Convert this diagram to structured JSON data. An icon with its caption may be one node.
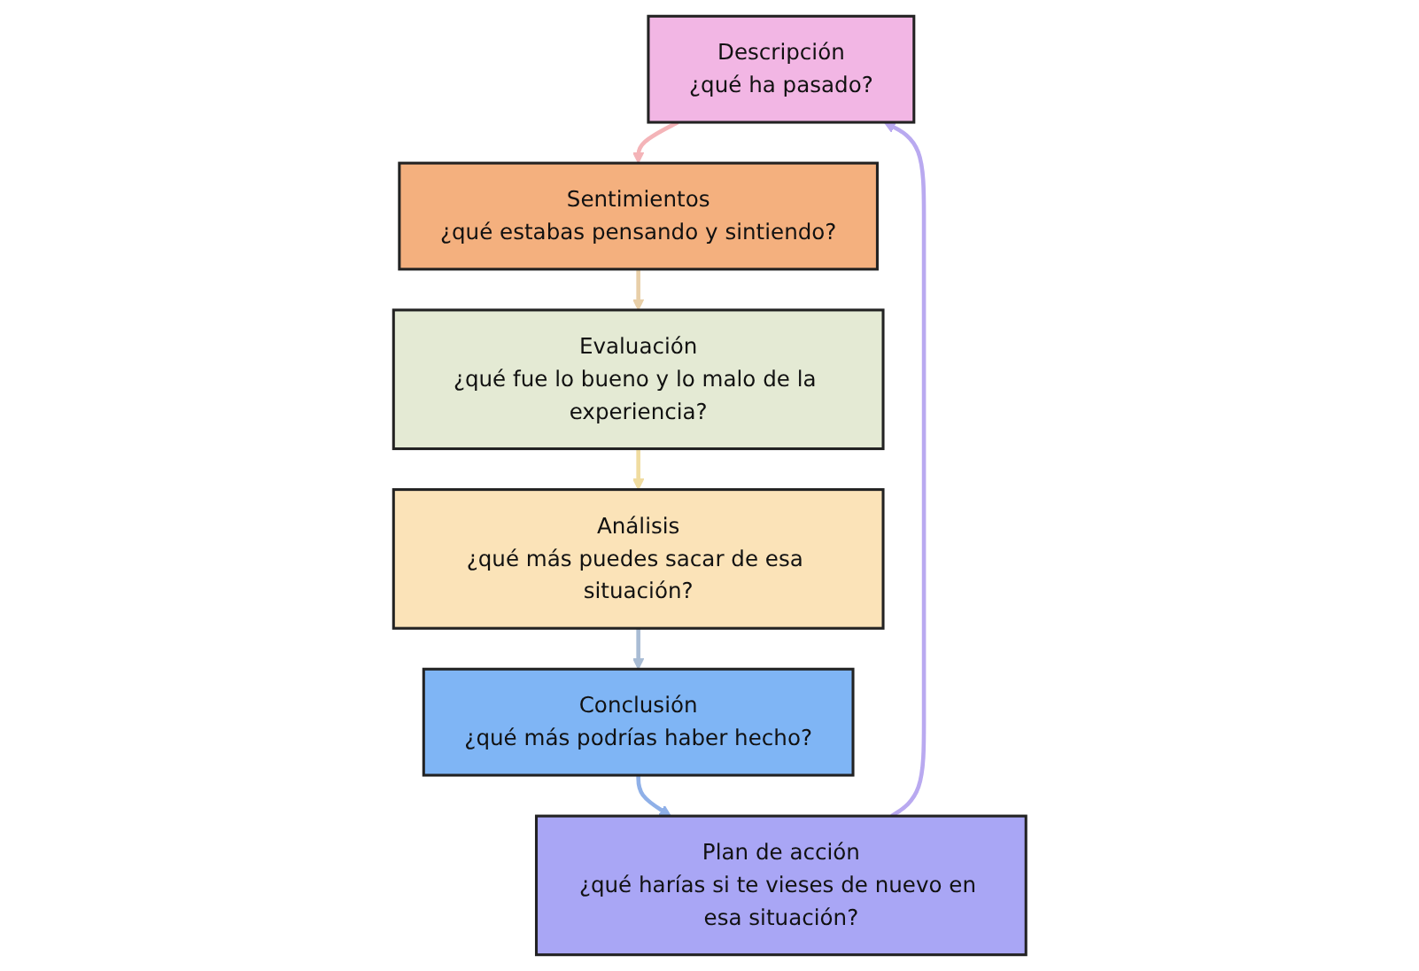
{
  "diagram": {
    "nodes": [
      {
        "text": [
          "Descripción",
          "¿qué ha pasado?"
        ]
      },
      {
        "text": [
          "Sentimientos",
          "¿qué estabas pensando y sintiendo?"
        ]
      },
      {
        "text": [
          "Evaluación",
          "¿qué fue lo bueno y lo malo de la experiencia?"
        ]
      },
      {
        "text": [
          "Análisis",
          "¿qué más puedes sacar de esa situación?"
        ]
      },
      {
        "text": [
          "Conclusión",
          "¿qué más podrías haber hecho?"
        ]
      },
      {
        "text": [
          "Plan de acción",
          "¿qué harías si te vieses de nuevo en esa situación?"
        ]
      }
    ],
    "edges": [
      {
        "from": 0,
        "to": 1,
        "arrow": "to",
        "color": "#f4b4b8"
      },
      {
        "from": 1,
        "to": 2,
        "arrow": "to",
        "color": "#e8cfa8"
      },
      {
        "from": 2,
        "to": 3,
        "arrow": "to",
        "color": "#f0dca0"
      },
      {
        "from": 3,
        "to": 4,
        "arrow": "to",
        "color": "#a9bcd4"
      },
      {
        "from": 4,
        "to": 5,
        "arrow": "to",
        "color": "#8fb0e8"
      },
      {
        "from": 5,
        "to": 0,
        "arrow": "to",
        "color": "#b9a9f0"
      }
    ]
  }
}
